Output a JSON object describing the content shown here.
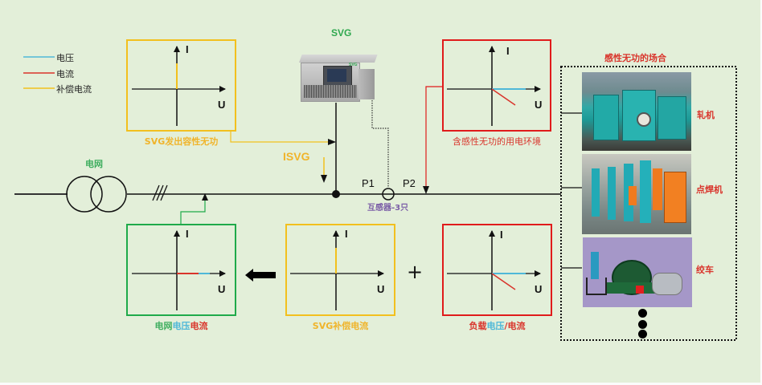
{
  "colors": {
    "background": "#e3efd9",
    "voltage": "#4fb8d8",
    "current": "#d9342b",
    "compensation": "#f2c01e",
    "grid_green": "#1faa4a",
    "svg_label": "#f0b42a",
    "red_box": "#e01b1b",
    "purple_label": "#7b5ea7"
  },
  "legend": {
    "items": [
      {
        "label": "电压",
        "color": "#4fb8d8"
      },
      {
        "label": "电流",
        "color": "#d9342b"
      },
      {
        "label": "补偿电流",
        "color": "#f2c01e"
      }
    ]
  },
  "device": {
    "title": "SVG",
    "brand": "SVG"
  },
  "grid": {
    "label": "电网"
  },
  "bus": {
    "isvg_label": "ISVG",
    "p1_label": "P1",
    "p2_label": "P2",
    "ct_label": "互感器-3只"
  },
  "phasor_boxes": {
    "svg_capacitive": {
      "caption": "SVG发出容性无功",
      "i_label": "I",
      "u_label": "U"
    },
    "inductive_env": {
      "caption": "含感性无功的用电环境",
      "i_label": "I",
      "u_label": "U"
    },
    "grid_result": {
      "caption_parts": [
        "电网",
        "电压",
        "电流"
      ],
      "i_label": "I",
      "u_label": "U"
    },
    "svg_comp": {
      "caption": "SVG补偿电流",
      "i_label": "I",
      "u_label": "U"
    },
    "load": {
      "caption_parts": [
        "负载",
        "电压",
        "/电流"
      ],
      "i_label": "I",
      "u_label": "U"
    }
  },
  "operators": {
    "plus": "+"
  },
  "applications": {
    "title": "感性无功的场合",
    "items": [
      {
        "label": "轧机",
        "icon": "rolling-mill-photo"
      },
      {
        "label": "点焊机",
        "icon": "spot-welder-photo"
      },
      {
        "label": "绞车",
        "icon": "winch-photo"
      }
    ]
  }
}
